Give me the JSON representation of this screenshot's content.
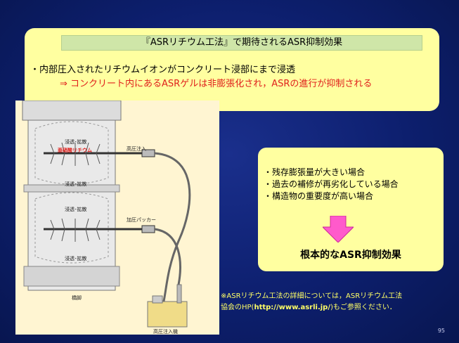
{
  "title": "『ASRリチウム工法』で期待されるASR抑制効果",
  "top_box": {
    "line1": "・内部圧入されたリチウムイオンがコンクリート浸部にまで浸透",
    "line2": "⇒ コンクリート内にあるASRゲルは非膨張化され，ASRの進行が抑制される"
  },
  "illustration": {
    "labels": {
      "diffuse_1": "浸透･拡散",
      "nitrite_lithium": "亜硝酸リチウム",
      "pressure_injection": "高圧注入",
      "diffuse_2": "浸透･拡散",
      "diffuse_3": "浸透･拡散",
      "pressure_packer": "加圧パッカー",
      "diffuse_4": "浸透･拡散",
      "pier": "橋脚",
      "injector": "高圧注入機"
    }
  },
  "right_box": {
    "items": [
      "・残存膨張量が大きい場合",
      "・過去の補修が再劣化している場合",
      "・構造物の重要度が高い場合"
    ],
    "result": "根本的なASR抑制効果"
  },
  "note": {
    "line1": "※ASRリチウム工法の詳細については，ASRリチウム工法",
    "line2_pre": "協会のHP(",
    "line2_url": "http://www.asrli.jp/",
    "line2_post": ")もご参照ください．"
  },
  "page_number": "95",
  "colors": {
    "background": "#0d1f6e",
    "callout": "#ffffa0",
    "title_bar": "#cfe6a8",
    "emphasis_red": "#e0201c",
    "note_yellow": "#ffff66",
    "arrow_pink": "#ff5acb"
  }
}
